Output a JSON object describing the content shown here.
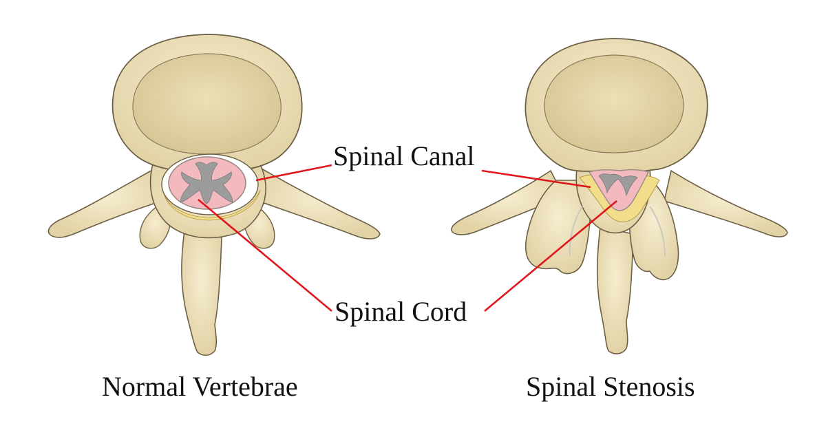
{
  "labels": {
    "spinal_canal": "Spinal Canal",
    "spinal_cord": "Spinal Cord"
  },
  "captions": {
    "normal": "Normal Vertebrae",
    "stenosis": "Spinal Stenosis"
  },
  "colors": {
    "bone": "#efe3bf",
    "bone_outline": "#6b5f45",
    "bone_shade": "#d9c99a",
    "canal_space": "#ffffff",
    "ligament_yellow": "#f2dd8a",
    "cord_pink": "#f2b9be",
    "grey_matter": "#9c9c9c",
    "leader_line": "#e0161c"
  }
}
